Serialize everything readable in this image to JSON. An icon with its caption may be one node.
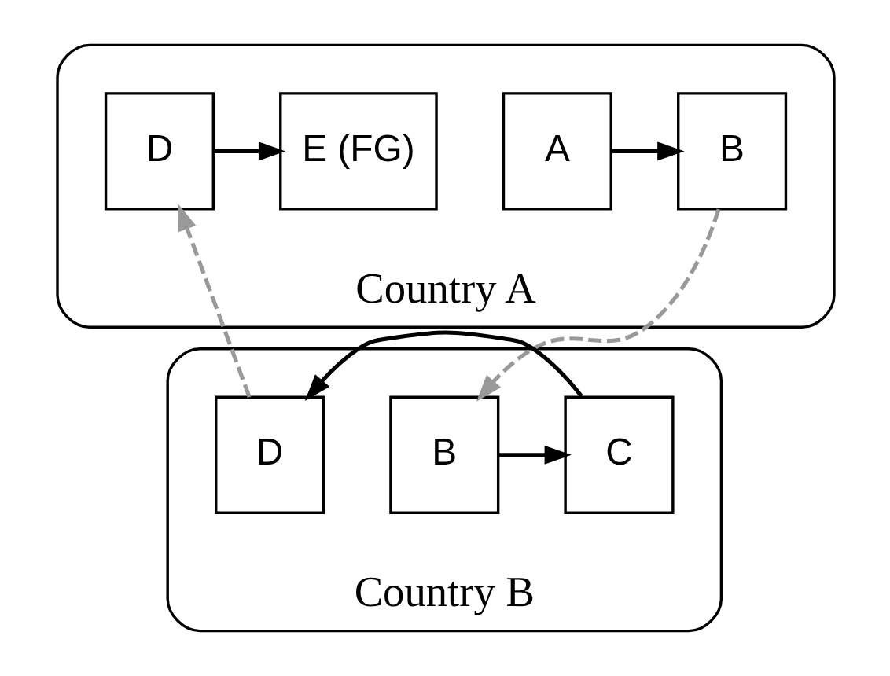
{
  "diagram": {
    "nodes": [
      {
        "text": [
          "Country A"
        ]
      },
      {
        "text": [
          "A"
        ],
        "in": 0
      },
      {
        "text": [
          "B"
        ],
        "in": 0
      },
      {
        "text": [
          "D"
        ],
        "in": 0
      },
      {
        "text": [
          "E (FG)"
        ],
        "in": 0
      },
      {
        "text": [
          "Country B"
        ]
      },
      {
        "text": [
          "B"
        ],
        "in": 5
      },
      {
        "text": [
          "C"
        ],
        "in": 5
      },
      {
        "text": [
          "D"
        ],
        "in": 5
      }
    ],
    "edges": [
      {
        "from": 1,
        "to": 2,
        "arrow": "to"
      },
      {
        "from": 3,
        "to": 4,
        "arrow": "to"
      },
      {
        "from": 2,
        "to": 6,
        "arrow": "to",
        "style": "dashed",
        "color": "#999999"
      },
      {
        "from": 6,
        "to": 7,
        "arrow": "to"
      },
      {
        "from": 7,
        "to": 8,
        "arrow": "to"
      },
      {
        "from": 8,
        "to": 3,
        "arrow": "to",
        "style": "dashed",
        "color": "#999999"
      }
    ]
  }
}
